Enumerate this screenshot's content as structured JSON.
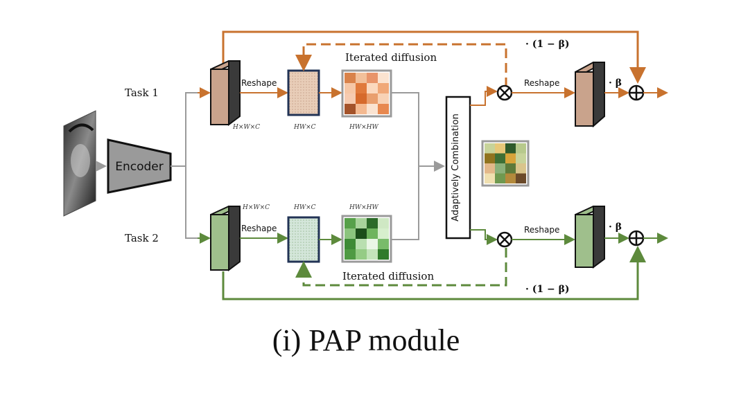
{
  "diagram": {
    "encoder_label": "Encoder",
    "task1_label": "Task 1",
    "task2_label": "Task 2",
    "reshape_label": "Reshape",
    "iterated_diffusion_label": "Iterated diffusion",
    "dim_hwc": "H×W×C",
    "dim_hw_c": "HW×C",
    "dim_hw_hw": "HW×HW",
    "adaptive_combination_label": "Adaptively Combination",
    "beta_label": "· β",
    "one_minus_beta_label": "· (1 − β)",
    "caption": "(i) PAP module"
  },
  "colors": {
    "task1": "#c8722e",
    "task2": "#5d8a3c",
    "gray_line": "#9a9a9a",
    "feature_brown": "#c9a38c",
    "feature_green": "#9fbf8c",
    "frame_navy": "#223355"
  },
  "matrices": {
    "task1": [
      "#d9824a",
      "#f2c09a",
      "#e8946a",
      "#fbe3d0",
      "#f6c7a6",
      "#e07a3c",
      "#fbd9bf",
      "#f0a878",
      "#f6cbb0",
      "#d66a2c",
      "#e99f6e",
      "#f8d2b5",
      "#a4532a",
      "#f4b990",
      "#fae3d1",
      "#e7884f"
    ],
    "task2": [
      "#57a04a",
      "#a8d39b",
      "#2b6a28",
      "#cfe8c4",
      "#8cc47e",
      "#1c4d1a",
      "#6fb45e",
      "#d7efcd",
      "#3e8a36",
      "#b9dfb0",
      "#eaf6e6",
      "#79bb6a",
      "#4f9a43",
      "#95cc85",
      "#c3e4ba",
      "#2f7a2a"
    ],
    "combined": [
      "#c7d39a",
      "#e7c879",
      "#2e5a2a",
      "#b7c98c",
      "#90731f",
      "#3e6f35",
      "#d7a43a",
      "#c7d39a",
      "#e3b88a",
      "#8ab07a",
      "#5d7a3a",
      "#d9c58c",
      "#f0e0b0",
      "#6f9950",
      "#b38a3c",
      "#6b4a2a"
    ]
  }
}
